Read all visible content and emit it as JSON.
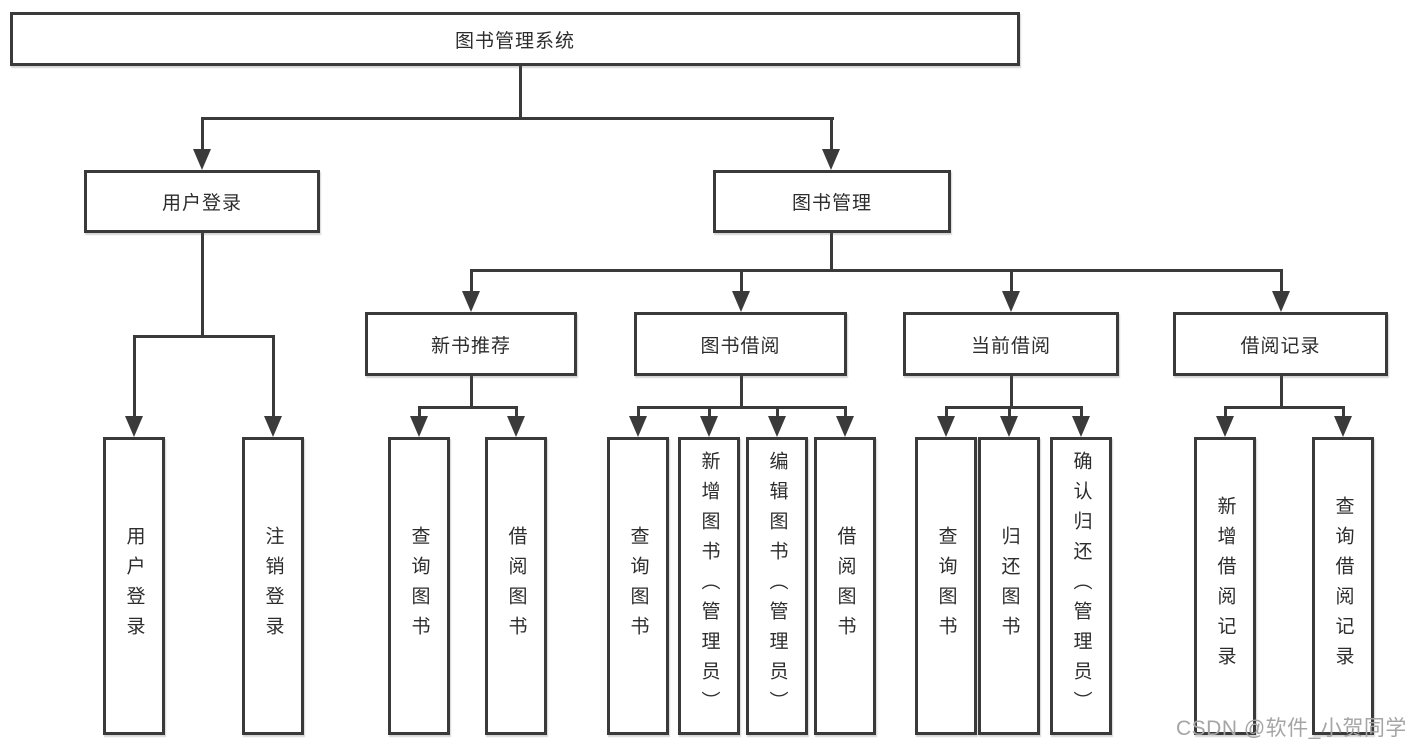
{
  "diagram": {
    "root": {
      "label": "图书管理系统"
    },
    "branches": [
      {
        "label": "用户登录",
        "children": [
          {
            "label": "用户登录"
          },
          {
            "label": "注销登录"
          }
        ]
      },
      {
        "label": "图书管理",
        "children": [
          {
            "label": "新书推荐",
            "children": [
              {
                "label": "查询图书"
              },
              {
                "label": "借阅图书"
              }
            ]
          },
          {
            "label": "图书借阅",
            "children": [
              {
                "label": "查询图书"
              },
              {
                "label": "新增图书（管理员）"
              },
              {
                "label": "编辑图书（管理员）"
              },
              {
                "label": "借阅图书"
              }
            ]
          },
          {
            "label": "当前借阅",
            "children": [
              {
                "label": "查询图书"
              },
              {
                "label": "归还图书"
              },
              {
                "label": "确认归还（管理员）"
              }
            ]
          },
          {
            "label": "借阅记录",
            "children": [
              {
                "label": "新增借阅记录"
              },
              {
                "label": "查询借阅记录"
              }
            ]
          }
        ]
      }
    ]
  },
  "watermark": {
    "text": "CSDN @软件_小贺同学"
  },
  "colors": {
    "line": "#3a3a3a",
    "text": "#2d2d2d",
    "background": "#ffffff",
    "watermark": "#a5a5a5"
  }
}
